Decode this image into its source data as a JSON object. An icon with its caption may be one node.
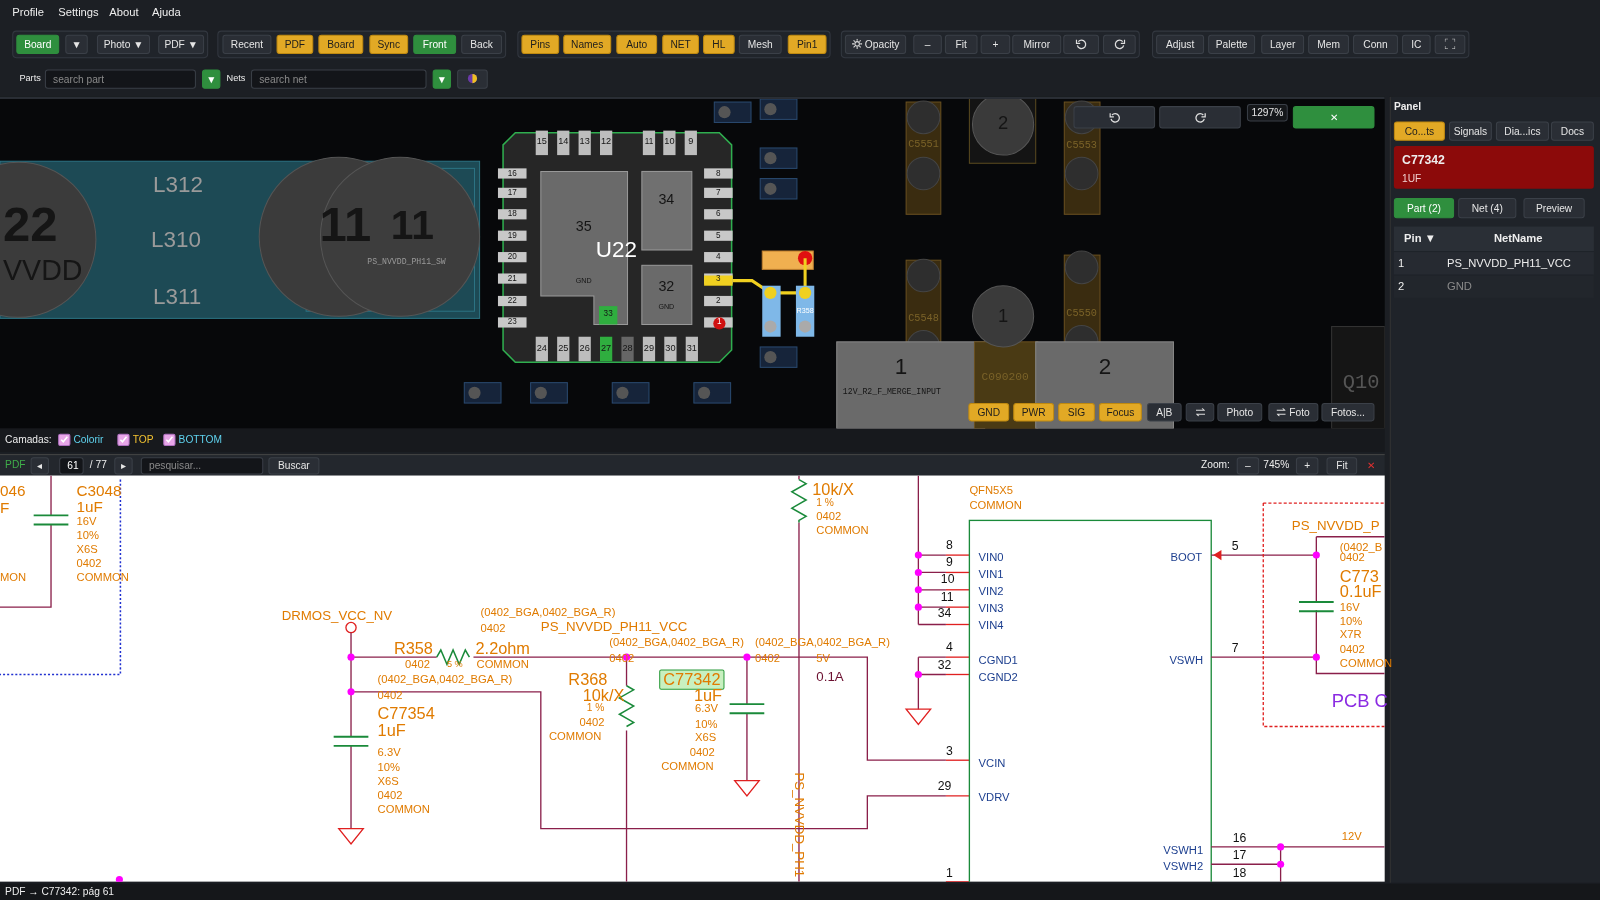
{
  "diagram": {
    "labels": [
      "Profile",
      "Settings",
      "About",
      "Ajuda",
      "Board",
      "▼",
      "Photo ▼",
      "PDF ▼",
      "Recent",
      "PDF",
      "Board",
      "Sync",
      "Front",
      "Back",
      "Pins",
      "Names",
      "Auto",
      "NET",
      "HL",
      "Mesh",
      "Pin1",
      "Opacity",
      "–",
      "Fit",
      "+",
      "Mirror",
      "Adjust",
      "Palette",
      "Layer",
      "Mem",
      "Conn",
      "IC",
      "Parts",
      "search part",
      "▼",
      "Nets",
      "search net",
      "▼",
      "22",
      "VVDD",
      "L312",
      "L310",
      "L311",
      "11",
      "11",
      "PS_NVVDD_PH11_SW",
      "15",
      "14",
      "13",
      "12",
      "11",
      "10",
      "9",
      "16",
      "17",
      "18",
      "19",
      "20",
      "21",
      "22",
      "23",
      "8",
      "7",
      "6",
      "5",
      "4",
      "3",
      "2",
      "1",
      "24",
      "25",
      "26",
      "27",
      "28",
      "29",
      "30",
      "31",
      "35",
      "GND",
      "34",
      "32",
      "GND",
      "U22",
      "33",
      "R358",
      "2",
      "C5551",
      "C5553",
      "C5548",
      "C5550",
      "1",
      "1",
      "12V_R2_F_MERGE_INPUT",
      "C090200",
      "2",
      "Q10",
      "1297%",
      "✕",
      "GND",
      "PWR",
      "SIG",
      "Focus",
      "A|B",
      "Photo",
      "Foto",
      "Fotos...",
      "Camadas:",
      "Colorir",
      "TOP",
      "BOTTOM",
      "PDF",
      "◂",
      "61",
      "/ 77",
      "▸",
      "pesquisar...",
      "Buscar",
      "Zoom:",
      "–",
      "745%",
      "+",
      "Fit",
      "✕",
      "046",
      "F",
      "MON",
      "C3048",
      "1uF",
      "16V",
      "10%",
      "X6S",
      "0402",
      "COMMON",
      "10k/X",
      "1 %",
      "0402",
      "COMMON",
      "QFN5X5",
      "COMMON",
      "PS_NVVDD_P",
      "(0402_B",
      "0402",
      "C773",
      "0.1uF",
      "16V",
      "10%",
      "X7R",
      "0402",
      "COMMON",
      "8",
      "VIN0",
      "5",
      "BOOT",
      "9",
      "VIN1",
      "10",
      "VIN2",
      "11",
      "VIN3",
      "34",
      "VIN4",
      "DRMOS_VCC_NV",
      "(0402_BGA,0402_BGA_R)",
      "0402",
      "R358",
      "2.2ohm",
      "PS_NVVDD_PH11_VCC",
      "(0402_BGA,0402_BGA_R)",
      "(0402_BGA,0402_BGA_R)",
      "4",
      "7",
      "0402",
      "5 %",
      "COMMON",
      "0402",
      "0402",
      "5V",
      "32",
      "CGND1",
      "VSWH",
      "(0402_BGA,0402_BGA_R)",
      "R368",
      "C77342",
      "0.1A",
      "CGND2",
      "0402",
      "10k/X",
      "1uF",
      "PCB C",
      "C77354",
      "1 %",
      "6.3V",
      "1uF",
      "0402",
      "10%",
      "COMMON",
      "X6S",
      "6.3V",
      "0402",
      "3",
      "VCIN",
      "10%",
      "COMMON",
      "X6S",
      "0402",
      "29",
      "VDRV",
      "COMMON",
      "PS_NVVDD_PH1",
      "16",
      "12V",
      "VSWH1",
      "17",
      "1",
      "VSWH2",
      "18",
      "Panel",
      "Co...ts",
      "Signals",
      "Dia...ics",
      "Docs",
      "C77342",
      "1UF",
      "Part (2)",
      "Net (4)",
      "Preview",
      "Pin ▼",
      "NetName",
      "1",
      "PS_NVVDD_PH11_VCC",
      "2",
      "GND",
      "PDF → C77342: pág 61"
    ]
  }
}
